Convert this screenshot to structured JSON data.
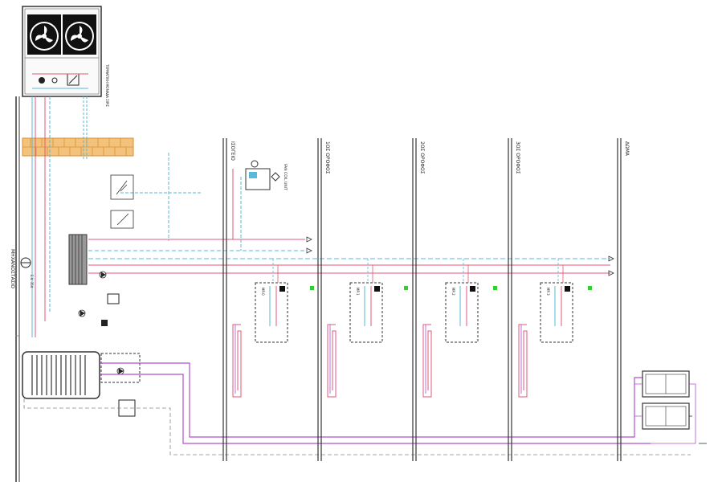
{
  "colors": {
    "supply": "#e05a78",
    "return": "#5ab8d8",
    "dhw": "#b04fd0",
    "line": "#333333",
    "grey": "#888888",
    "insulation": "#f0b24a",
    "green": "#33cc33"
  },
  "labels": {
    "engine_room": "ΜΗΧΑΝΟΣΤΑΣΙΟ",
    "outdoor_unit": "ΤΕΡΜΑΤΙΚΗ ΜΟΝΑΔΑ ΣΙΡΙΣ",
    "fan_coil": "FAN COIL UNIT",
    "ev": "E.V. 35lt",
    "roof": "ΔΩΜΑ"
  },
  "floors": [
    {
      "name": "ΙΣΟΓΕΙΟ",
      "manifold": "ΜΡ.0"
    },
    {
      "name": "1ΟΣ ΟΡΟΦΟΣ",
      "manifold": "ΜΡ.1"
    },
    {
      "name": "2ΟΣ ΟΡΟΦΟΣ",
      "manifold": "ΜΡ.2"
    },
    {
      "name": "3ΟΣ ΟΡΟΦΟΣ",
      "manifold": "ΜΡ.3"
    }
  ],
  "icons": {
    "fan": "fan-icon",
    "pump": "pump-icon",
    "heat_exchanger": "heat-exchanger-icon",
    "controller": "controller-icon",
    "boiler": "boiler-tank-icon",
    "solar": "solar-collector-icon"
  }
}
